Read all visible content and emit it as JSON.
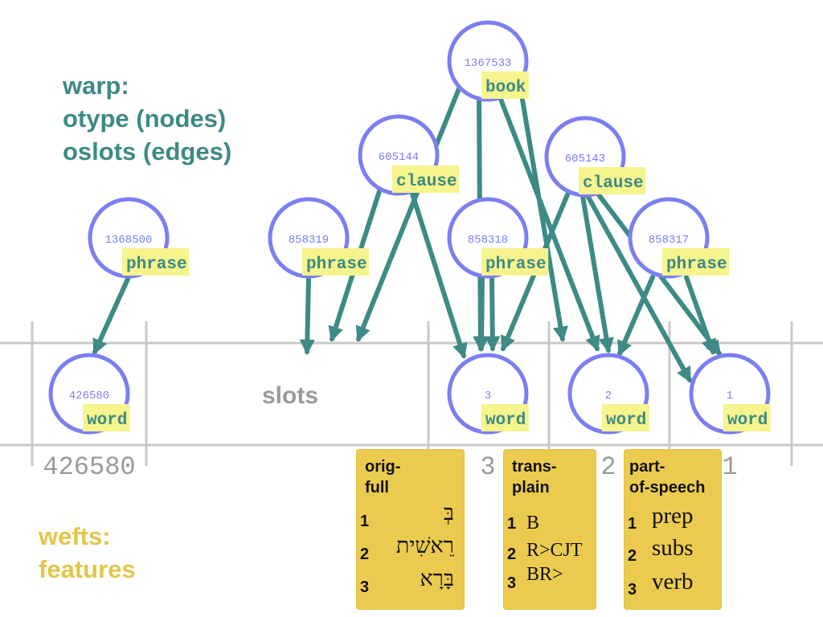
{
  "warp": {
    "lines": [
      "warp:",
      "otype (nodes)",
      "oslots (edges)"
    ]
  },
  "wefts": {
    "lines": [
      "wefts:",
      "features"
    ]
  },
  "slots_label": "slots",
  "slot_numbers": [
    "426580",
    "3",
    "2",
    "1"
  ],
  "nodes": [
    {
      "id": "book",
      "number": "1367533",
      "type": "book"
    },
    {
      "id": "clause1",
      "number": "605144",
      "type": "clause"
    },
    {
      "id": "clause2",
      "number": "605143",
      "type": "clause"
    },
    {
      "id": "phrase0",
      "number": "1368500",
      "type": "phrase"
    },
    {
      "id": "phrase1",
      "number": "858319",
      "type": "phrase"
    },
    {
      "id": "phrase2",
      "number": "858318",
      "type": "phrase"
    },
    {
      "id": "phrase3",
      "number": "858317",
      "type": "phrase"
    },
    {
      "id": "word0",
      "number": "426580",
      "type": "word"
    },
    {
      "id": "word3",
      "number": "3",
      "type": "word"
    },
    {
      "id": "word2",
      "number": "2",
      "type": "word"
    },
    {
      "id": "word1",
      "number": "1",
      "type": "word"
    }
  ],
  "features": [
    {
      "name": "orig-full",
      "head": [
        "orig-",
        "full"
      ],
      "rows": [
        {
          "n": "1",
          "v": "בְּ"
        },
        {
          "n": "2",
          "v": "רֵאשִׁית"
        },
        {
          "n": "3",
          "v": "בָּרָא"
        }
      ]
    },
    {
      "name": "trans-plain",
      "head": [
        "trans-",
        "plain"
      ],
      "rows": [
        {
          "n": "1",
          "v": "B"
        },
        {
          "n": "2",
          "v": "R>CJT"
        },
        {
          "n": "3",
          "v": "BR>"
        }
      ]
    },
    {
      "name": "part-of-speech",
      "head": [
        "part-",
        "of-speech"
      ],
      "rows": [
        {
          "n": "1",
          "v": "prep"
        },
        {
          "n": "2",
          "v": "subs"
        },
        {
          "n": "3",
          "v": "verb"
        }
      ]
    }
  ],
  "colors": {
    "node": "#7b7ef2",
    "edge": "#3d8a86",
    "label_bg": "#f6f48c",
    "slot_line": "#c8c8c8",
    "card": "#ebcb4f",
    "warp_text": "#3d8a86",
    "weft_text": "#e3c54a",
    "slot_text": "#9a9a9a"
  }
}
